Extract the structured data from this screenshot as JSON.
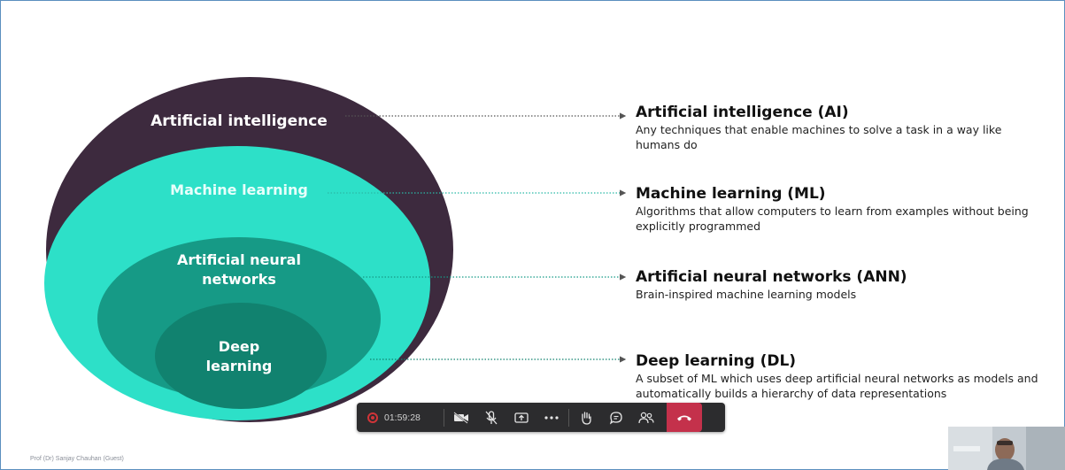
{
  "diagram": {
    "circles": [
      {
        "label": "Artificial intelligence",
        "color": "#3d2a3e"
      },
      {
        "label": "Machine learning",
        "color": "#2de0c8"
      },
      {
        "label": "Artificial neural networks",
        "color": "#169a86"
      },
      {
        "label": "Deep learning",
        "color": "#11826f"
      }
    ]
  },
  "definitions": [
    {
      "title": "Artificial intelligence (AI)",
      "desc": "Any techniques that enable machines to solve a task in a way like humans do"
    },
    {
      "title": "Machine learning (ML)",
      "desc": "Algorithms that allow computers to learn from examples without being explicitly programmed"
    },
    {
      "title": "Artificial neural networks (ANN)",
      "desc": "Brain-inspired machine learning models"
    },
    {
      "title": "Deep learning (DL)",
      "desc": "A subset of ML which uses deep artificial neural networks as models and automatically builds a hierarchy of data representations"
    }
  ],
  "meeting_toolbar": {
    "timer": "01:59:28",
    "buttons": [
      "camera-off-icon",
      "mic-off-icon",
      "share-screen-icon",
      "more-options-icon",
      "raise-hand-icon",
      "chat-icon",
      "participants-icon",
      "hang-up-icon"
    ],
    "hangup_color": "#c4314b"
  },
  "presenter_name": "Prof (Dr) Sanjay Chauhan (Guest)"
}
